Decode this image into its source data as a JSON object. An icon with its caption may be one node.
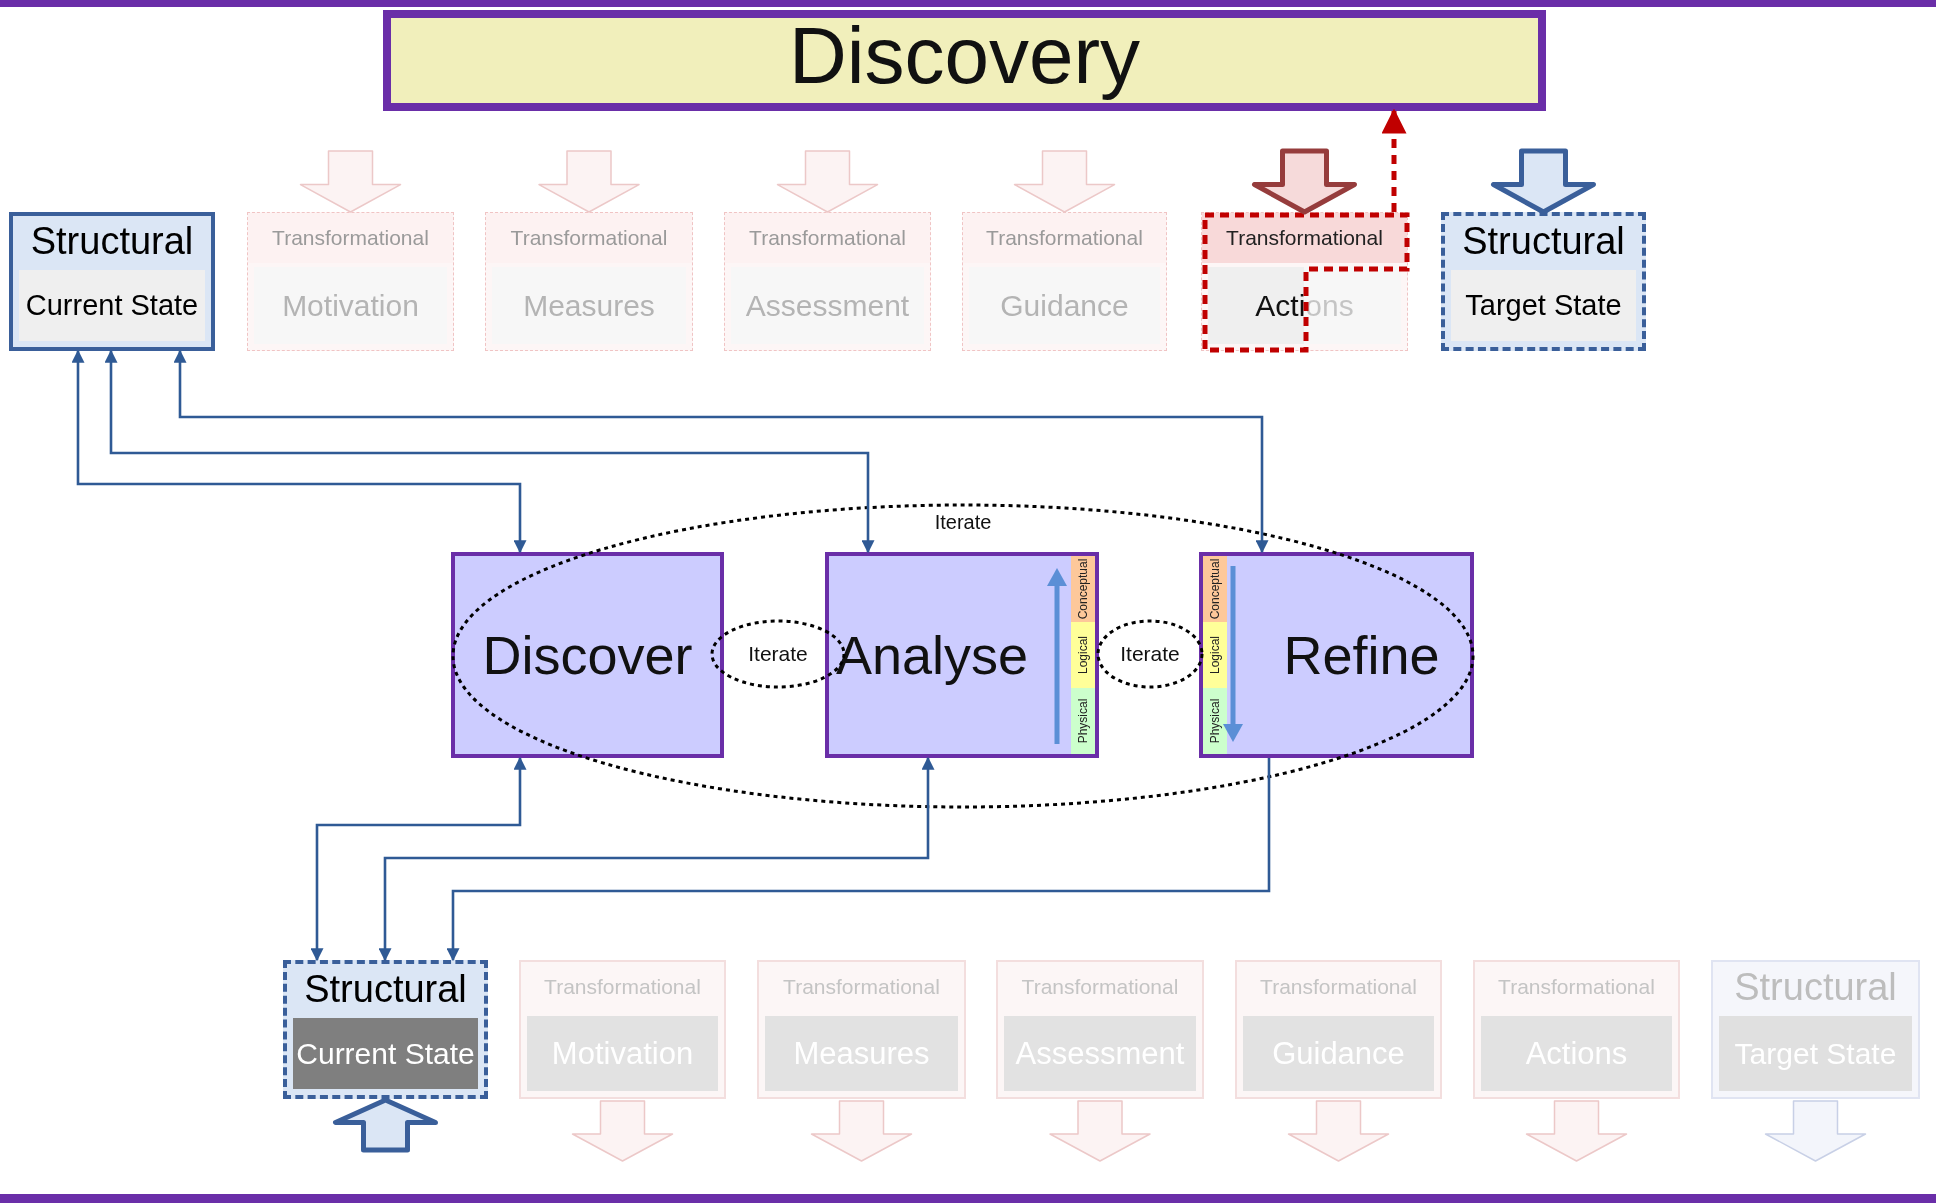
{
  "diagram": {
    "nodes": [
      {
        "text": [
          "Discovery"
        ]
      },
      {
        "text": [
          "Structural",
          "Current State"
        ]
      },
      {
        "text": [
          "Transformational",
          "Motivation"
        ]
      },
      {
        "text": [
          "Transformational",
          "Measures"
        ]
      },
      {
        "text": [
          "Transformational",
          "Assessment"
        ]
      },
      {
        "text": [
          "Transformational",
          "Guidance"
        ]
      },
      {
        "text": [
          "Transformational",
          "Actions"
        ]
      },
      {
        "text": [
          "Structural",
          "Target State"
        ]
      },
      {
        "text": [
          "Iterate"
        ]
      },
      {
        "text": [
          "Discover"
        ],
        "in": 8
      },
      {
        "text": [
          "Iterate"
        ],
        "in": 8
      },
      {
        "text": [
          "Analyse"
        ],
        "in": 8
      },
      {
        "text": [
          "Iterate"
        ],
        "in": 8
      },
      {
        "text": [
          "Refine"
        ],
        "in": 8
      },
      {
        "text": [
          "Structural",
          "Current State"
        ]
      },
      {
        "text": [
          "Transformational",
          "Motivation"
        ]
      },
      {
        "text": [
          "Transformational",
          "Measures"
        ]
      },
      {
        "text": [
          "Transformational",
          "Assessment"
        ]
      },
      {
        "text": [
          "Transformational",
          "Guidance"
        ]
      },
      {
        "text": [
          "Transformational",
          "Actions"
        ]
      },
      {
        "text": [
          "Structural",
          "Target State"
        ]
      }
    ],
    "edges": [
      {
        "from": 1,
        "to": 9,
        "arrow": "both"
      },
      {
        "from": 1,
        "to": 11,
        "arrow": "both"
      },
      {
        "from": 1,
        "to": 13,
        "arrow": "both"
      },
      {
        "from": 9,
        "to": 14,
        "arrow": "both"
      },
      {
        "from": 11,
        "to": 14,
        "arrow": "both"
      },
      {
        "from": 13,
        "to": 14,
        "arrow": "to"
      },
      {
        "from": 6,
        "to": 0,
        "arrow": "to",
        "style": "dashed",
        "color": "#c00000"
      },
      {
        "from": 0,
        "to": 2,
        "arrow": "to",
        "style": "thick",
        "color": "#ecc8c8"
      },
      {
        "from": 0,
        "to": 3,
        "arrow": "to",
        "style": "thick",
        "color": "#ecc8c8"
      },
      {
        "from": 0,
        "to": 4,
        "arrow": "to",
        "style": "thick",
        "color": "#ecc8c8"
      },
      {
        "from": 0,
        "to": 5,
        "arrow": "to",
        "style": "thick",
        "color": "#ecc8c8"
      },
      {
        "from": 0,
        "to": 6,
        "arrow": "to",
        "style": "thick",
        "color": "#963c3c"
      },
      {
        "from": 0,
        "to": 7,
        "arrow": "to",
        "style": "thick",
        "color": "#3a5f9a"
      }
    ],
    "labels": [
      "Conceptual",
      "Logical",
      "Physical",
      "Conceptual",
      "Logical",
      "Physical"
    ]
  }
}
